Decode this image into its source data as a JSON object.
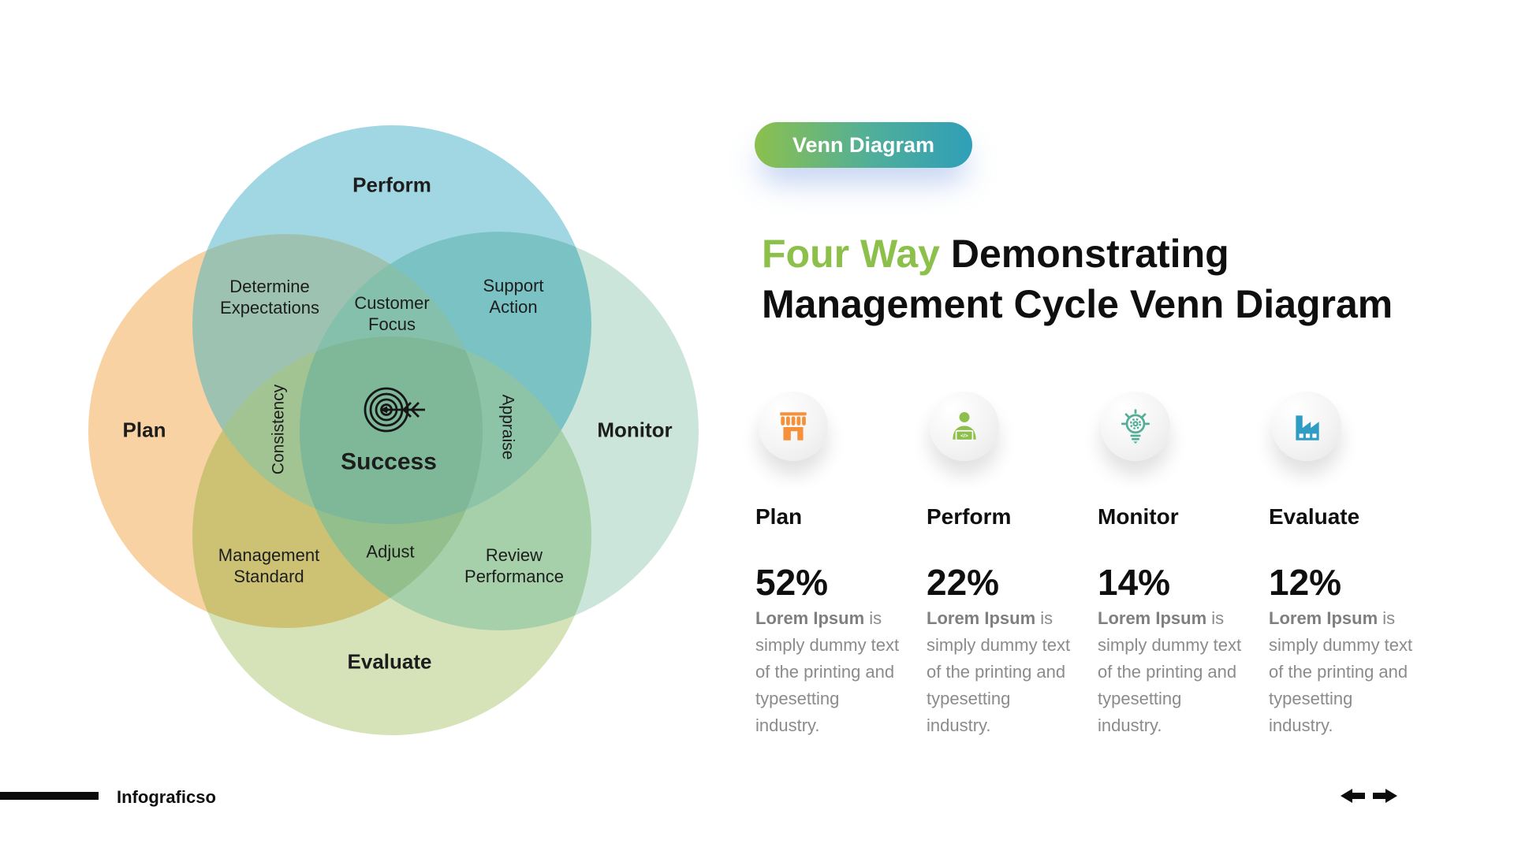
{
  "slide": {
    "badge": "Venn Diagram",
    "title_highlight": "Four Way",
    "title_rest": "Demonstrating",
    "title_line2": "Management Cycle Venn Diagram"
  },
  "venn": {
    "circles": [
      {
        "id": "perform",
        "label": "Perform",
        "color": "#a1d7e2"
      },
      {
        "id": "plan",
        "label": "Plan",
        "color": "#f8d2a2"
      },
      {
        "id": "monitor",
        "label": "Monitor",
        "color": "#cce5db"
      },
      {
        "id": "evaluate",
        "label": "Evaluate",
        "color": "#d6e3b8"
      }
    ],
    "labels": {
      "plan_perform": "Determine\nExpectations",
      "top_center": "Customer\nFocus",
      "perform_monitor": "Support\nAction",
      "left_mid": "Consistency",
      "right_mid": "Appraise",
      "plan_evaluate": "Management\nStandard",
      "bottom_center": "Adjust",
      "monitor_evaluate": "Review\nPerformance",
      "center": "Success"
    },
    "region_colors": {
      "plan_perform": "#9dc2b2",
      "perform_monitor": "#7ac2c4",
      "plan_evaluate": "#cdc273",
      "monitor_evaluate": "#a6d0aa",
      "top_center": "#85c0ac",
      "left_mid": "#a2c493",
      "right_mid": "#8dc3a6",
      "bottom_center": "#92bf8c",
      "center": "#7eb898"
    }
  },
  "stats": [
    {
      "label": "Plan",
      "value": "52%",
      "icon": "storefront-icon",
      "accent": "#f6913a",
      "desc_lead": "Lorem Ipsum",
      "desc_rest": " is simply dummy text of the printing and typesetting industry."
    },
    {
      "label": "Perform",
      "value": "22%",
      "icon": "person-laptop-icon",
      "accent": "#8ebf4c",
      "desc_lead": "Lorem Ipsum",
      "desc_rest": " is simply dummy text of the printing and typesetting industry."
    },
    {
      "label": "Monitor",
      "value": "14%",
      "icon": "lightbulb-gear-icon",
      "accent": "#53ae96",
      "desc_lead": "Lorem Ipsum",
      "desc_rest": " is simply dummy text of the printing and typesetting industry."
    },
    {
      "label": "Evaluate",
      "value": "12%",
      "icon": "factory-icon",
      "accent": "#2e9cc3",
      "desc_lead": "Lorem Ipsum",
      "desc_rest": " is simply dummy text of the printing and typesetting industry."
    }
  ],
  "footer": {
    "brand": "Infograficso"
  }
}
